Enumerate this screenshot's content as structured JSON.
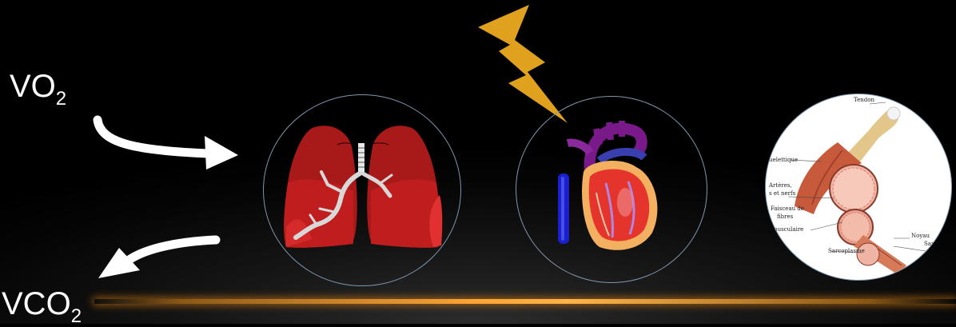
{
  "gases": {
    "intake": {
      "base": "VO",
      "subscript": "2"
    },
    "output": {
      "base": "VCO",
      "subscript": "2"
    }
  },
  "muscle_labels": {
    "tendon": "Tendon",
    "squelettique": "squelettique",
    "arteres": "Artères,",
    "nerfs": "s et nerfs",
    "faisceau1": "Faisceau de",
    "faisceau2": "fibres",
    "musculaire": "musculaire",
    "noyau": "Noyau",
    "sarcolemme": "Sarcolem",
    "sarcoplasme": "Sarcoplasme"
  },
  "colors": {
    "circle_border": "#7f97ad",
    "bolt": "#e0a11f",
    "lung": "#b01c1c",
    "glow_line": "#ffa534"
  },
  "icons": [
    "lungs-icon",
    "heart-icon",
    "muscle-anatomy-icon",
    "lightning-bolt-icon"
  ]
}
